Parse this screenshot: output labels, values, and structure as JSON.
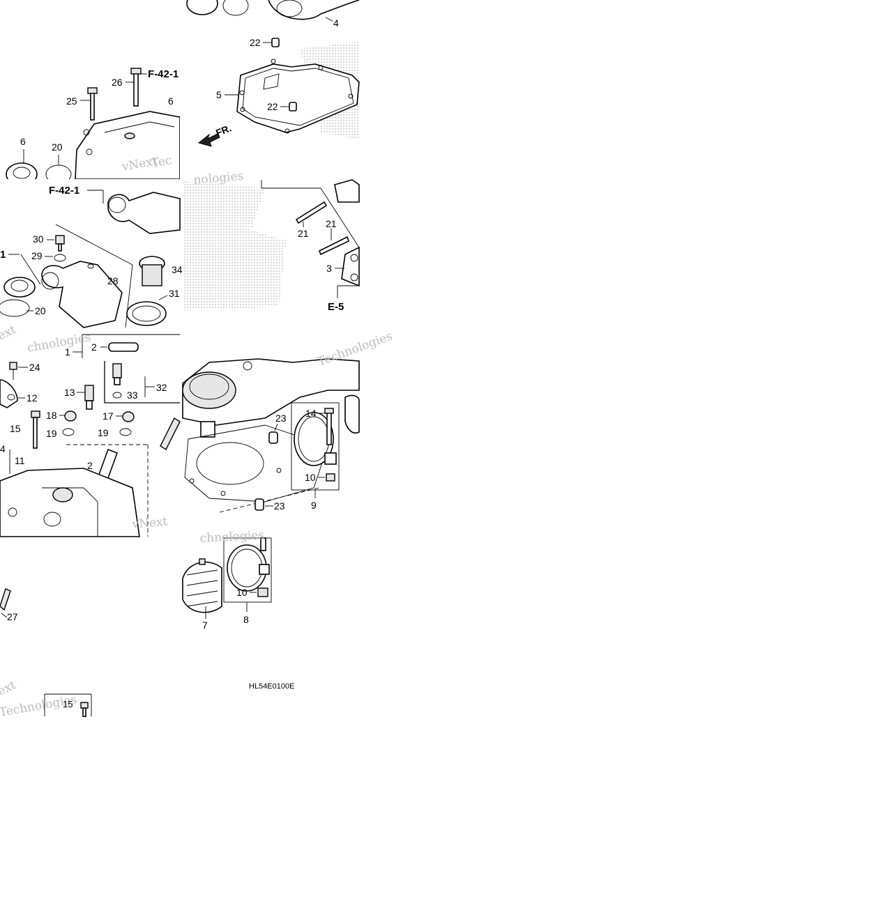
{
  "diagram": {
    "code": "HL54E0100E",
    "front_label": "FR.",
    "refs": {
      "f42_top": "F-42-1",
      "f42_mid": "F-42-1",
      "f42_left": "1",
      "e5": "E-5"
    },
    "watermark": {
      "brand": "vNext",
      "word1": "Technologies",
      "word2": "Tec",
      "word3": "chnologies",
      "word4": "ext",
      "word5": "nologies"
    },
    "callouts": {
      "c4": "4",
      "c22a": "22",
      "c22b": "22",
      "c5": "5",
      "c26": "26",
      "c25": "25",
      "c6a": "6",
      "c6b": "6",
      "c20a": "20",
      "c30": "30",
      "c29": "29",
      "c28": "28",
      "c34": "34",
      "c31": "31",
      "c20b": "20",
      "c2a": "2",
      "c1": "1",
      "c21a": "21",
      "c21b": "21",
      "c3": "3",
      "c24": "24",
      "c12": "12",
      "c13": "13",
      "c32": "32",
      "c33": "33",
      "c18": "18",
      "c17": "17",
      "c19a": "19",
      "c19b": "19",
      "c15a": "15",
      "c4b": "4",
      "c11": "11",
      "c2b": "2",
      "c23a": "23",
      "c23b": "23",
      "c14": "14",
      "c10a": "10",
      "c9": "9",
      "c10b": "10",
      "c7": "7",
      "c8": "8",
      "c27": "27",
      "c15b": "15"
    }
  }
}
